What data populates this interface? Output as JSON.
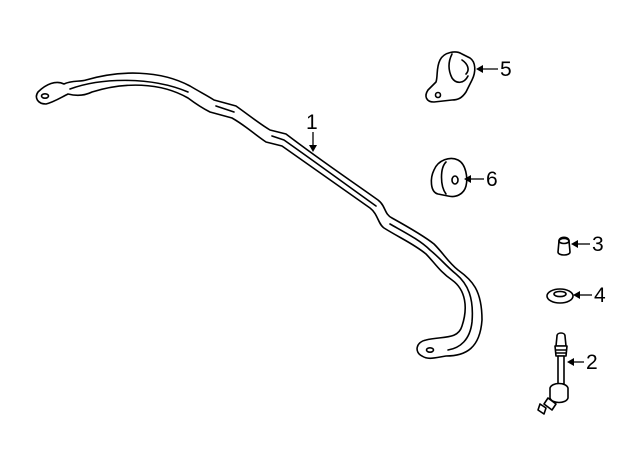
{
  "diagram": {
    "callouts": [
      {
        "id": "stabilizer-bar",
        "label": "1"
      },
      {
        "id": "stabilizer-link",
        "label": "2"
      },
      {
        "id": "link-nut-cap",
        "label": "3"
      },
      {
        "id": "link-bushing",
        "label": "4"
      },
      {
        "id": "bracket",
        "label": "5"
      },
      {
        "id": "bar-bushing",
        "label": "6"
      }
    ]
  }
}
